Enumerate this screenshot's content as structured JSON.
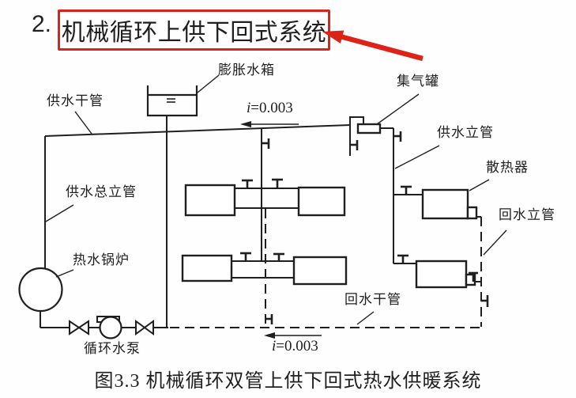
{
  "slide": {
    "heading_number": "2.",
    "heading": "机械循环上供下回式系统"
  },
  "figure": {
    "caption": "图3.3 机械循环双管上供下回式热水供暖系统"
  },
  "labels": {
    "expansion_tank": "膨胀水箱",
    "supply_main_pipe": "供水干管",
    "air_collector": "集气罐",
    "supply_riser": "供水立管",
    "radiator": "散热器",
    "return_riser": "回水立管",
    "main_supply_riser": "供水总立管",
    "hot_water_boiler": "热水锅炉",
    "return_main_pipe": "回水干管",
    "circulation_pump": "循环水泵"
  },
  "slope": {
    "symbol": "i",
    "value": "=0.003"
  },
  "colors": {
    "highlight": "#d8241c",
    "line": "#1f1f1f",
    "background": "#fefefe"
  }
}
